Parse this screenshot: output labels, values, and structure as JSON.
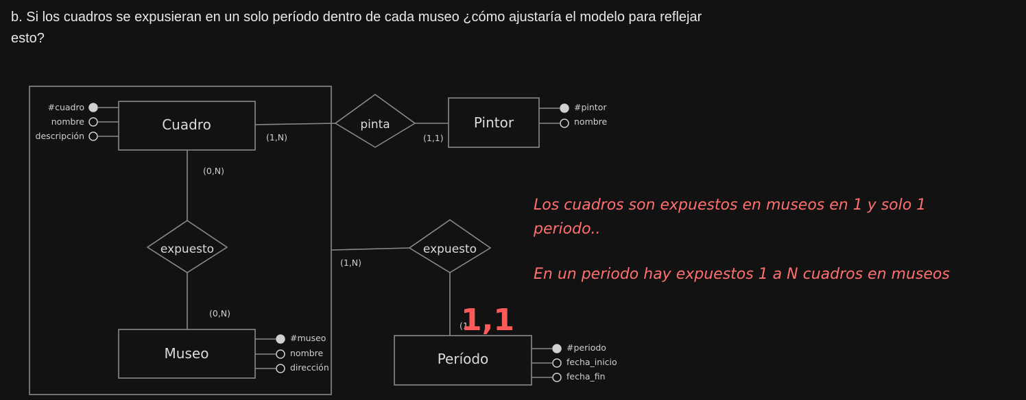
{
  "question": "b. Si los cuadros se expusieran en un solo período dentro de cada museo ¿cómo ajustaría el modelo para reflejar esto?",
  "entities": {
    "cuadro": {
      "name": "Cuadro",
      "attributes": [
        {
          "name": "#cuadro",
          "key": true
        },
        {
          "name": "nombre",
          "key": false
        },
        {
          "name": "descripción",
          "key": false
        }
      ]
    },
    "pintor": {
      "name": "Pintor",
      "attributes": [
        {
          "name": "#pintor",
          "key": true
        },
        {
          "name": "nombre",
          "key": false
        }
      ]
    },
    "museo": {
      "name": "Museo",
      "attributes": [
        {
          "name": "#museo",
          "key": true
        },
        {
          "name": "nombre",
          "key": false
        },
        {
          "name": "dirección",
          "key": false
        }
      ]
    },
    "periodo": {
      "name": "Período",
      "attributes": [
        {
          "name": "#periodo",
          "key": true
        },
        {
          "name": "fecha_inicio",
          "key": false
        },
        {
          "name": "fecha_fin",
          "key": false
        }
      ]
    }
  },
  "relationships": {
    "pinta": "pinta",
    "expuesto_left": "expuesto",
    "expuesto_right": "expuesto"
  },
  "cardinalities": {
    "cuadro_pinta": "(1,N)",
    "pintor_pinta": "(1,1)",
    "cuadro_expuesto": "(0,N)",
    "museo_expuesto": "(0,N)",
    "aggregation_expuesto": "(1,N)",
    "periodo_expuesto": "(1,"
  },
  "annotations": {
    "handwritten_cardinality": "1,1",
    "note_line1": "Los cuadros son expuestos en museos en 1 y solo 1",
    "note_line2": "periodo..",
    "note_line3": "En un periodo hay expuestos 1 a N cuadros en museos"
  },
  "colors": {
    "background": "#121212",
    "stroke": "#8a8a8a",
    "annotation": "#ff6f6f"
  }
}
